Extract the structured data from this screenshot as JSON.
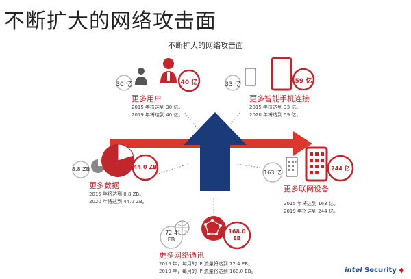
{
  "slide_title": "不断扩大的网络攻击面",
  "diagram_title": "不断扩大的网络攻击面",
  "colors": {
    "red": "#c0272d",
    "navy": "#1b3a7a",
    "gray": "#b5b5b5"
  },
  "segments": {
    "users": {
      "title": "更多用户",
      "small_value": "30 亿",
      "large_value": "40 亿",
      "line1": "2015 年将达到 30 亿。",
      "line2": "2019 年将达到 40 亿。"
    },
    "smartphones": {
      "title": "更多智能手机连接",
      "small_value": "33 亿",
      "large_value": "59 亿",
      "line1": "2015 年将达到 33 亿。",
      "line2": "2020 年将达到 59 亿。"
    },
    "data": {
      "title": "更多数据",
      "small_value": "8.8 ZB",
      "large_value": "44.0 ZB",
      "line1": "2015 年将达到 8.8 ZB。",
      "line2": "2020 年将达到 44.0 ZB。"
    },
    "devices": {
      "title": "更多联网设备",
      "small_value": "163 亿",
      "large_value": "244 亿",
      "line1": "2015 年将达到 163 亿。",
      "line2": "2019 年将达到 244 亿。"
    },
    "traffic": {
      "title": "更多网络通讯",
      "small_value_1": "72.4",
      "small_value_2": "EB",
      "large_value_1": "168.0",
      "large_value_2": "EB",
      "line1": "2015 年，每月的 IP 流量将达到 72.4 EB。",
      "line2": "2019 年，每月的 IP 流量将达到 168.0 EB。"
    }
  },
  "logo": {
    "brand": "intel",
    "product": "Security"
  }
}
